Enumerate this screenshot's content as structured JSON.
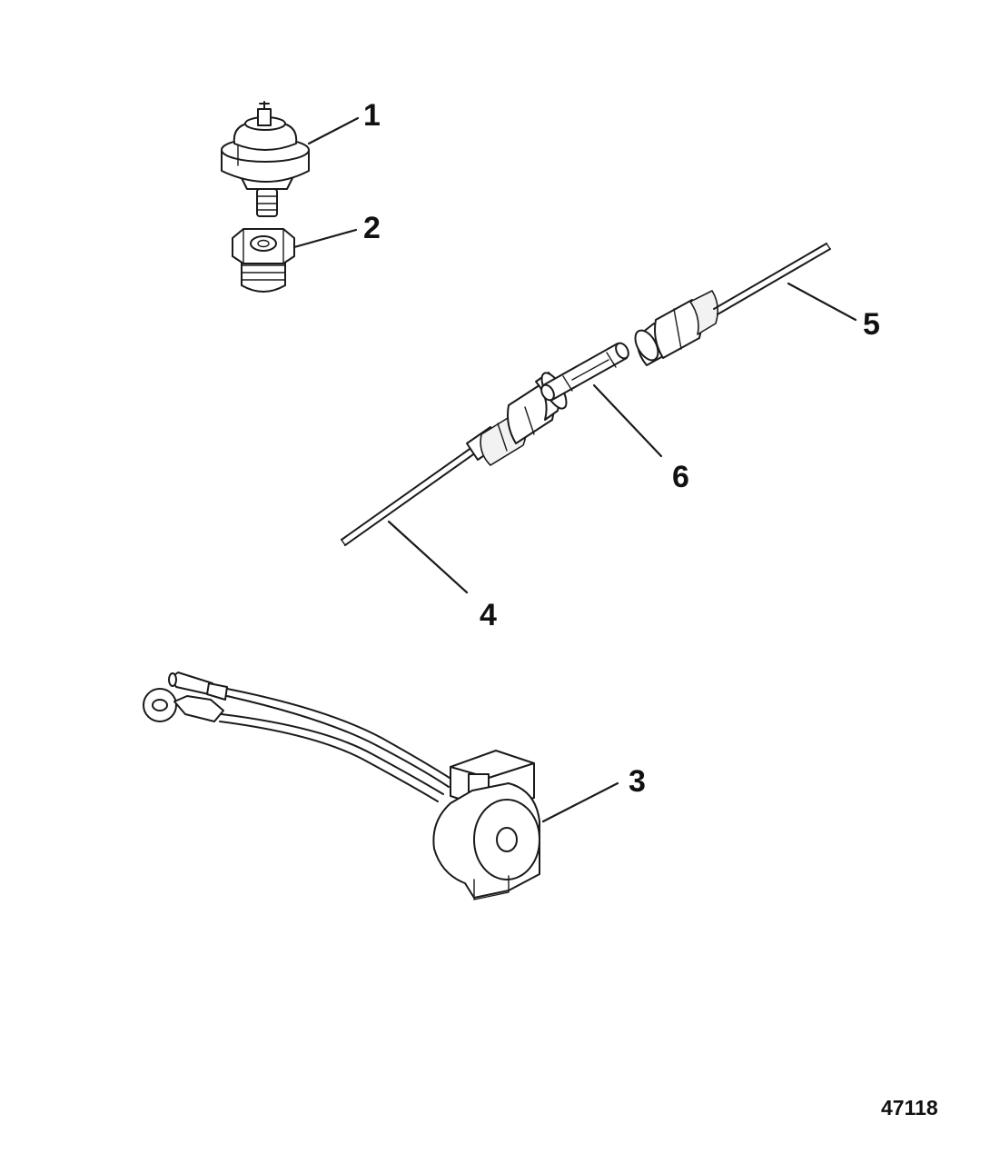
{
  "parts": [
    {
      "callout": "1",
      "icon": "pressure-sender-icon"
    },
    {
      "callout": "2",
      "icon": "adapter-fitting-icon"
    },
    {
      "callout": "3",
      "icon": "pickup-coil-icon"
    },
    {
      "callout": "4",
      "icon": "wire-lead-icon"
    },
    {
      "callout": "5",
      "icon": "wire-lead-icon"
    },
    {
      "callout": "6",
      "icon": "fuse-icon"
    }
  ],
  "figure_id": "47118"
}
